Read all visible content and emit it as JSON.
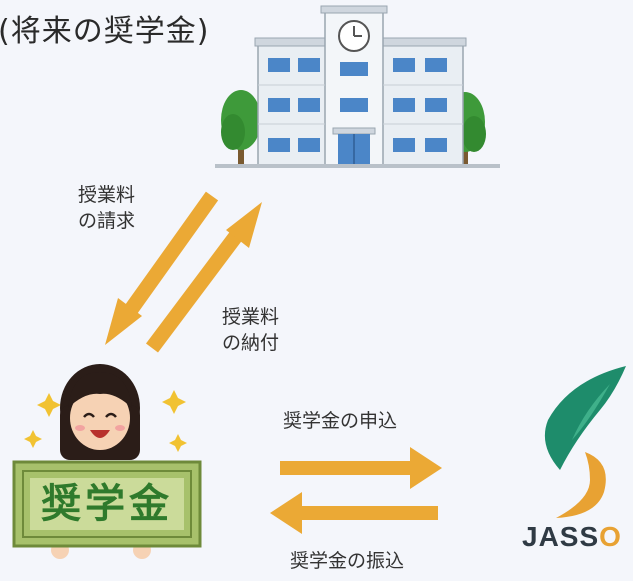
{
  "title": "(将来の奨学金)",
  "labels": {
    "tuition_request": [
      "授業料",
      "の請求"
    ],
    "tuition_payment": [
      "授業料",
      "の納付"
    ],
    "application": "奨学金の申込",
    "transfer": "奨学金の振込"
  },
  "sign_text": "奨学金",
  "jasso": {
    "prefix": "JASS",
    "suffix": "O"
  },
  "colors": {
    "arrow": "#eba935",
    "sign_bg": "#a7c16b",
    "sign_text": "#2f7a2c",
    "jasso_green": "#1e8c6b",
    "jasso_orange": "#e8a233"
  }
}
